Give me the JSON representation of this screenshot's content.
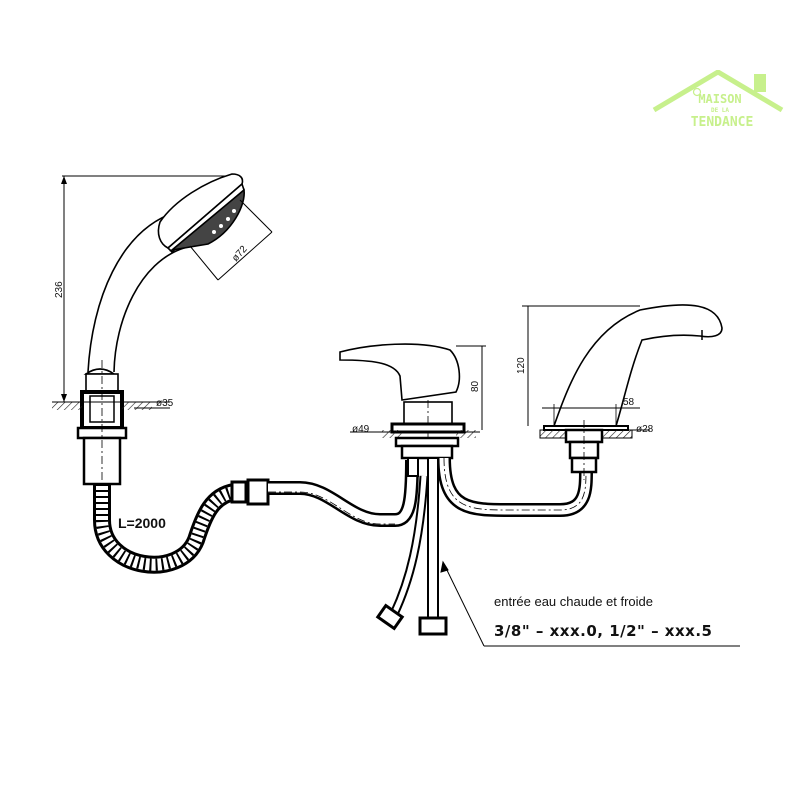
{
  "logo": {
    "line1": "MAISON",
    "line2": "DE LA",
    "line3": "TENDANCE",
    "color": "#c7f08c"
  },
  "hand_shower": {
    "height_dim": "236",
    "head_diameter": "ø72",
    "base_diameter": "ø35"
  },
  "hose": {
    "length_label": "L=2000"
  },
  "mixer_lever": {
    "height_dim": "80",
    "base_diameter": "ø49"
  },
  "spout": {
    "height_dim": "120",
    "width_dim": "58",
    "base_diameter": "ø28"
  },
  "notes": {
    "inlet_label": "entrée eau chaude et froide",
    "inlet_sizes": "3/8\" – xxx.0,  1/2\" – xxx.5"
  }
}
